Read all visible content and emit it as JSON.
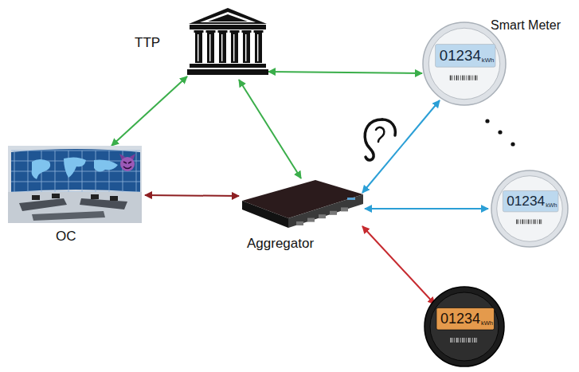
{
  "diagram": {
    "nodes": [
      {
        "text": [
          "TTP"
        ]
      },
      {
        "text": [
          "Smart Meter",
          "01234",
          "kWh"
        ]
      },
      {
        "text": [
          "OC"
        ]
      },
      {
        "text": [
          "Aggregator"
        ]
      },
      {
        "text": [
          "01234",
          "kWh"
        ]
      },
      {
        "text": [
          "01234",
          "kWh"
        ]
      }
    ],
    "edges": [
      {
        "from": 0,
        "to": 1,
        "arrow": "both"
      },
      {
        "from": 0,
        "to": 2,
        "arrow": "both"
      },
      {
        "from": 0,
        "to": 3,
        "arrow": "both"
      },
      {
        "from": 2,
        "to": 3,
        "arrow": "both"
      },
      {
        "from": 3,
        "to": 1,
        "arrow": "both"
      },
      {
        "from": 3,
        "to": 4,
        "arrow": "both"
      },
      {
        "from": 3,
        "to": 5,
        "arrow": "both"
      }
    ]
  }
}
